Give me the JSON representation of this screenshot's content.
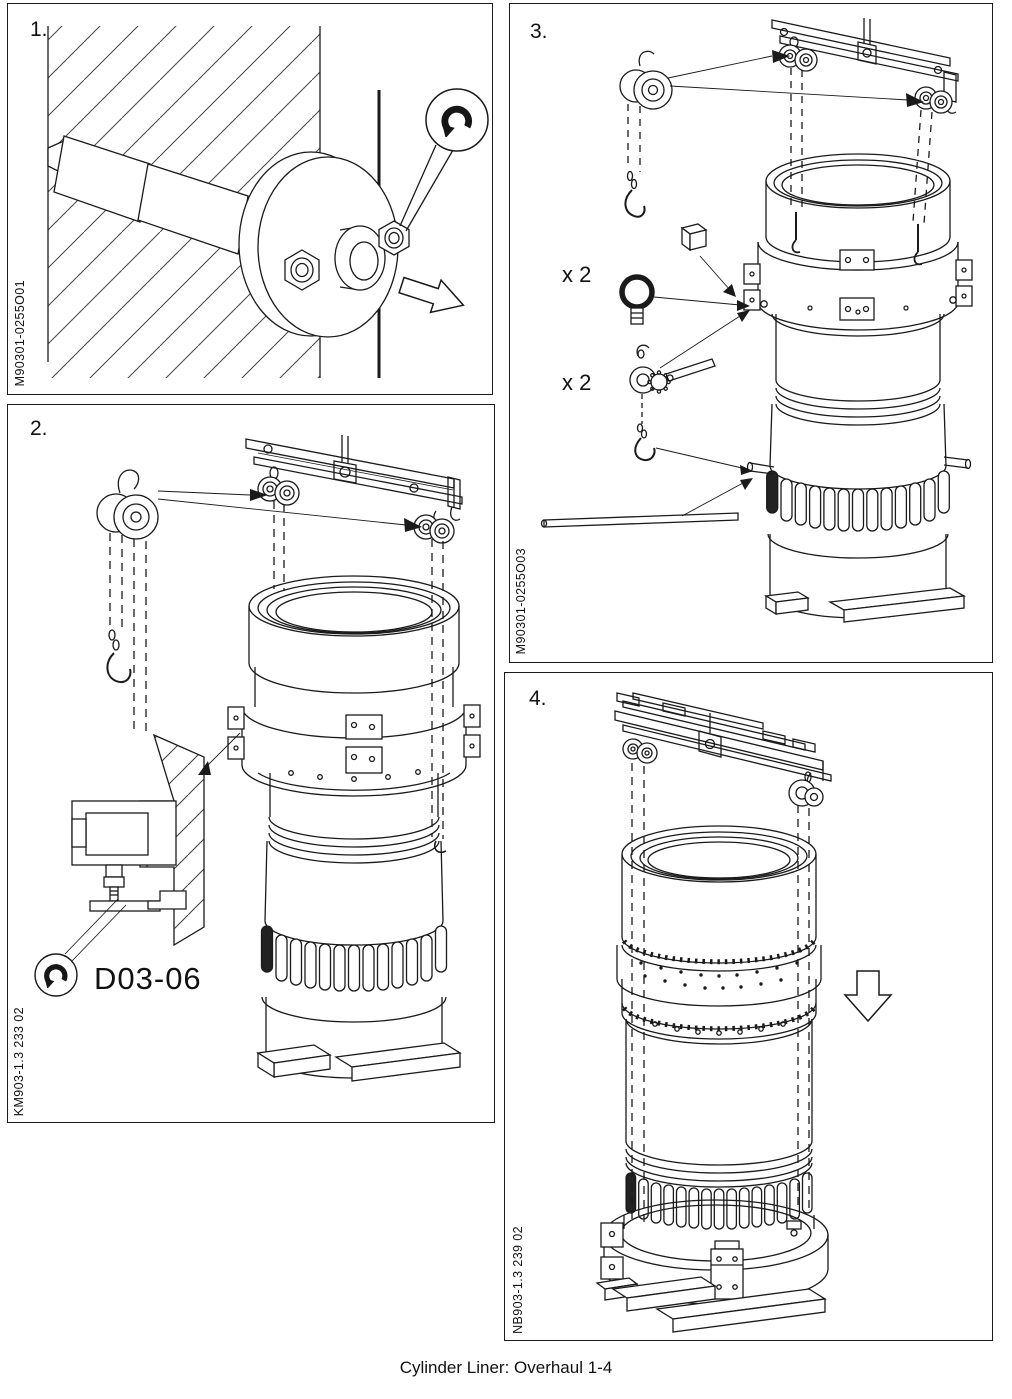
{
  "page": {
    "caption": "Cylinder Liner: Overhaul 1-4"
  },
  "panels": [
    {
      "number": "1.",
      "code": "M90301-0255O01"
    },
    {
      "number": "2.",
      "code": "KM903-1.3 233 02",
      "detail_ref": "D03-06"
    },
    {
      "number": "3.",
      "code": "M90301-0255O03",
      "qty_labels": [
        "x 2",
        "x 2"
      ]
    },
    {
      "number": "4.",
      "code": "NB903-1.3 239 02"
    }
  ]
}
